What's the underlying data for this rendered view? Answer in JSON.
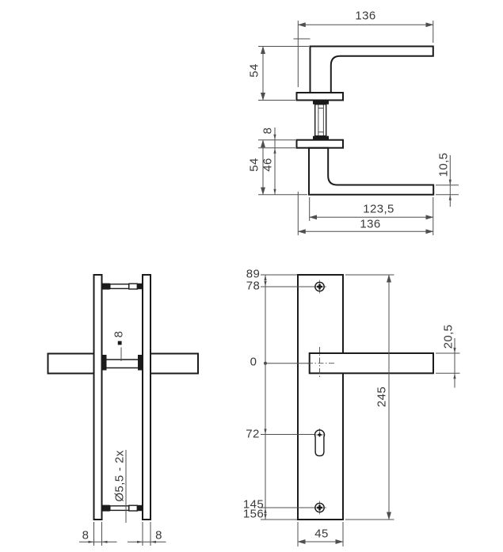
{
  "views": {
    "handle_side": {
      "length_top": "136",
      "upper_height": "54",
      "rose_thickness": "8",
      "total_height": "54",
      "below_rose_height": "46",
      "grip_thickness": "10,5",
      "grip_length": "123,5",
      "length_bottom": "136"
    },
    "plate_edge": {
      "spindle_symbol": "■",
      "spindle_size": "8",
      "screw_note": "Ø5,5 - 2x",
      "plate_thickness_left": "8",
      "plate_thickness_right": "8"
    },
    "plate_front": {
      "pos_top_edge": "89",
      "pos_top_screw": "78",
      "pos_zero": "0",
      "pos_keyhole": "72",
      "pos_bottom_screw": "145",
      "pos_bottom_edge": "156",
      "plate_length": "245",
      "handle_thickness": "20,5",
      "plate_width": "45"
    }
  },
  "colors": {
    "object_line": "#1b1b1b",
    "dimension_line": "#4f4f4f",
    "text": "#3a3a3a",
    "background": "#ffffff"
  }
}
